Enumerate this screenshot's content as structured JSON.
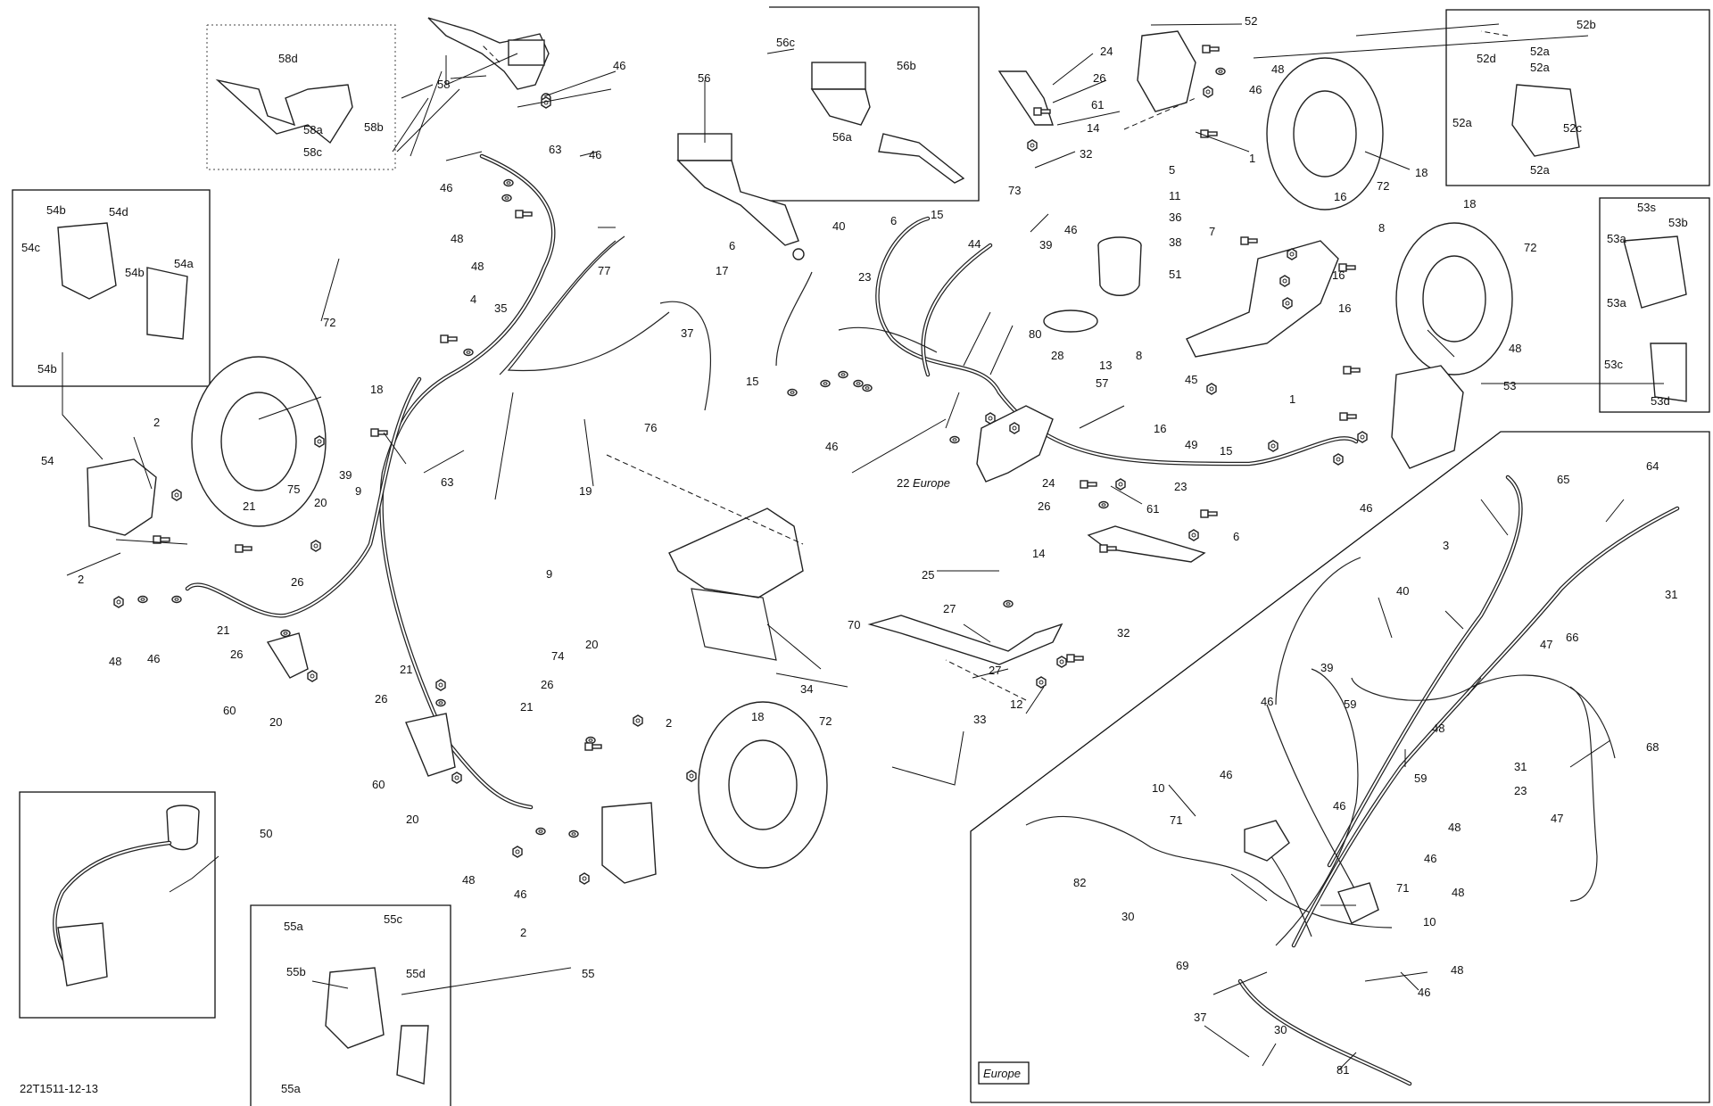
{
  "diagram_ref": "22T1511-12-13",
  "region_tags": {
    "europe_inline": "Europe",
    "europe_panel": "Europe"
  },
  "callouts": {
    "c58d": "58d",
    "c58": "58",
    "c58a": "58a",
    "c58b": "58b",
    "c58c": "58c",
    "c46a": "46",
    "c56c": "56c",
    "c56": "56",
    "c56b": "56b",
    "c56a": "56a",
    "c24a": "24",
    "c26a": "26",
    "c61a": "61",
    "c14a": "14",
    "c32a": "32",
    "c52": "52",
    "c48a": "48",
    "c46b": "46",
    "c1a": "1",
    "c72a": "72",
    "c18a": "18",
    "c52b": "52b",
    "c52d": "52d",
    "c52a1": "52a",
    "c52a2": "52a",
    "c52a3": "52a",
    "c52c": "52c",
    "c52a4": "52a",
    "c54b1": "54b",
    "c54d": "54d",
    "c54c": "54c",
    "c54b2": "54b",
    "c54a": "54a",
    "c54b3": "54b",
    "c54": "54",
    "c63a": "63",
    "c46c": "46",
    "c48b": "48",
    "c48c": "48",
    "c46d": "46",
    "c77": "77",
    "c73": "73",
    "c5": "5",
    "c11": "11",
    "c36": "36",
    "c38": "38",
    "c51": "51",
    "c46e": "46",
    "c39a": "39",
    "c44": "44",
    "c80": "80",
    "c28": "28",
    "c13": "13",
    "c15a": "15",
    "c6a": "6",
    "c23a": "23",
    "c40a": "40",
    "c6b": "6",
    "c17": "17",
    "c15b": "15",
    "c37a": "37",
    "c76": "76",
    "c46f": "46",
    "c4": "4",
    "c35": "35",
    "c72b": "72",
    "c18b": "18",
    "c39b": "39",
    "c9a": "9",
    "c19": "19",
    "c2a": "2",
    "c75": "75",
    "c21a": "21",
    "c20a": "20",
    "c26b": "26",
    "c2b": "2",
    "c63b": "63",
    "c48d": "48",
    "c46g": "46",
    "c21b": "21",
    "c26c": "26",
    "c60a": "60",
    "c20b": "20",
    "c9b": "9",
    "c21c": "21",
    "c26d": "26",
    "c60b": "60",
    "c20c": "20",
    "c74": "74",
    "c20d": "20",
    "c26e": "26",
    "c21d": "21",
    "c2c": "2",
    "c18c": "18",
    "c72c": "72",
    "c48e": "48",
    "c46h": "46",
    "c2d": "2",
    "c55": "55",
    "c70": "70",
    "c34": "34",
    "c25": "25",
    "c27a": "27",
    "c27b": "27",
    "c12": "12",
    "c33": "33",
    "c22": "22",
    "c57": "57",
    "c24b": "24",
    "c23b": "23",
    "c26f": "26",
    "c61b": "61",
    "c14b": "14",
    "c32b": "32",
    "c7": "7",
    "c16a": "16",
    "c8a": "8",
    "c8b": "8",
    "c16b": "16",
    "c16c": "16",
    "c45": "45",
    "c16d": "16",
    "c49": "49",
    "c15c": "15",
    "c6c": "6",
    "c46i": "46",
    "c18d": "18",
    "c72d": "72",
    "c48f": "48",
    "c1b": "1",
    "c53": "53",
    "c53s": "53s",
    "c53b": "53b",
    "c53a1": "53a",
    "c53a2": "53a",
    "c53c": "53c",
    "c53d": "53d",
    "c50": "50",
    "c55a1": "55a",
    "c55c": "55c",
    "c55b": "55b",
    "c55d": "55d",
    "c55a2": "55a",
    "c64": "64",
    "c65": "65",
    "c3": "3",
    "c31a": "31",
    "c40b": "40",
    "c47a": "47",
    "c66": "66",
    "c46j": "46",
    "c39c": "39",
    "c59a": "59",
    "c48g": "48",
    "c31b": "31",
    "c68": "68",
    "c10a": "10",
    "c71a": "71",
    "c46k": "46",
    "c46l": "46",
    "c59b": "59",
    "c48h": "48",
    "c46m": "46",
    "c23c": "23",
    "c47b": "47",
    "c82": "82",
    "c30a": "30",
    "c71b": "71",
    "c48i": "48",
    "c10b": "10",
    "c69": "69",
    "c46n": "46",
    "c48j": "48",
    "c37b": "37",
    "c30b": "30",
    "c81": "81"
  }
}
